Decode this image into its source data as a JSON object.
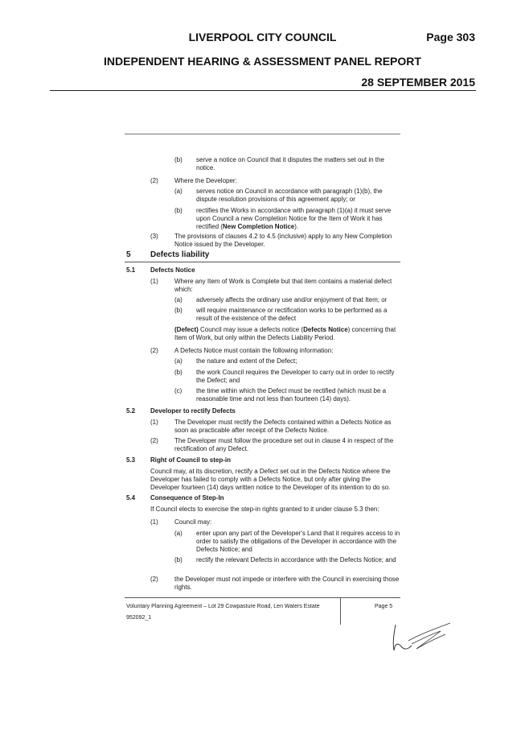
{
  "header": {
    "council": "LIVERPOOL CITY COUNCIL",
    "page": "Page 303",
    "report": "INDEPENDENT HEARING & ASSESSMENT PANEL REPORT",
    "date": "28 SEPTEMBER 2015"
  },
  "body": {
    "b_top": {
      "num": "(b)",
      "text": "serve a notice on Council that it disputes the matters set out in the notice."
    },
    "p2": {
      "num": "(2)",
      "text": "Where the Developer:"
    },
    "p2a": {
      "num": "(a)",
      "text": "serves notice on Council in accordance with paragraph (1)(b), the dispute resolution provisions of this agreement apply; or"
    },
    "p2b": {
      "num": "(b)",
      "text_before": "rectifies the Works in accordance with paragraph (1)(a) it must serve upon Council a new Completion Notice for the Item of Work it has rectified (",
      "text_bold": "New Completion Notice",
      "text_after": ")."
    },
    "p3": {
      "num": "(3)",
      "text": "The provisions of clauses 4.2 to 4.5 (inclusive) apply to any New Completion Notice issued by the Developer."
    },
    "s5": {
      "num": "5",
      "title": "Defects liability"
    },
    "s51": {
      "num": "5.1",
      "title": "Defects Notice"
    },
    "s51_1": {
      "num": "(1)",
      "text": "Where any Item of Work is Complete but that item contains a material defect which:"
    },
    "s51_1a": {
      "num": "(a)",
      "text": "adversely affects the ordinary use and/or enjoyment of that Item; or"
    },
    "s51_1b": {
      "num": "(b)",
      "text": "will require maintenance or rectification works to be performed as a result of the existence of the defect"
    },
    "s51_defect": {
      "bold1": "(Defect)",
      "mid": " Council may issue a defects notice (",
      "bold2": "Defects Notice",
      "end": ") concerning that Item of Work, but only within the Defects Liability Period."
    },
    "s51_2": {
      "num": "(2)",
      "text": "A Defects Notice must contain the following information:"
    },
    "s51_2a": {
      "num": "(a)",
      "text": "the nature and extent of the Defect;"
    },
    "s51_2b": {
      "num": "(b)",
      "text": "the work Council requires the Developer to carry out in order to rectify the Defect; and"
    },
    "s51_2c": {
      "num": "(c)",
      "text": "the time within which the Defect must be rectified (which must be a reasonable time and not less than fourteen (14) days)."
    },
    "s52": {
      "num": "5.2",
      "title": "Developer to rectify Defects"
    },
    "s52_1": {
      "num": "(1)",
      "text": "The Developer must rectify the Defects contained within a Defects Notice as soon as practicable after receipt of the Defects Notice."
    },
    "s52_2": {
      "num": "(2)",
      "text": "The Developer must follow the procedure set out in clause 4 in respect of the rectification of any Defect."
    },
    "s53": {
      "num": "5.3",
      "title": "Right of Council to step-in"
    },
    "s53_text": "Council may, at its discretion, rectify a Defect set out in the Defects Notice where the Developer has failed to comply with a Defects Notice, but only after giving the Developer fourteen (14) days written notice to the Developer of its intention to do so.",
    "s54": {
      "num": "5.4",
      "title": "Consequence of Step-In"
    },
    "s54_text": "If Council elects to exercise the step-in rights granted to it under clause 5.3 then:",
    "s54_1": {
      "num": "(1)",
      "text": "Council may:"
    },
    "s54_1a": {
      "num": "(a)",
      "text": "enter upon any part of the Developer's Land that it requires access to in order to satisfy the obligations of the Developer in accordance with the Defects Notice; and"
    },
    "s54_1b": {
      "num": "(b)",
      "text": "rectify the relevant Defects in accordance with the Defects Notice; and"
    },
    "s54_2": {
      "num": "(2)",
      "text": "the Developer must not impede or interfere with the Council in exercising those rights."
    }
  },
  "footer": {
    "agreement": "Voluntary Planning Agreement – Lot 29 Cowpasture Road, Len Waters Estate",
    "ref": "952092_1",
    "page": "Page 5"
  }
}
